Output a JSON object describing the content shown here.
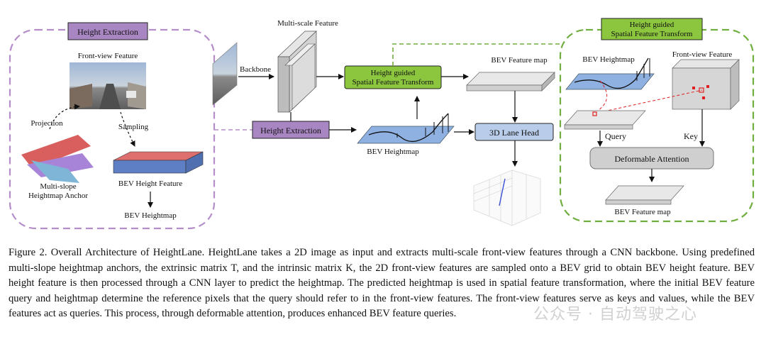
{
  "figure": {
    "left_panel_title": "Height Extraction",
    "right_panel_title_line1": "Height guided",
    "right_panel_title_line2": "Spatial Feature Transform",
    "front_view_feature": "Front-view Feature",
    "projection": "Projection",
    "sampling": "Sampling",
    "multi_slope_line1": "Multi-slope",
    "multi_slope_line2": "Heightmap Anchor",
    "bev_height_feature": "BEV Height Feature",
    "bev_heightmap_left": "BEV Heightmap",
    "multi_scale_feature": "Multi-scale Feature",
    "backbone": "Backbone",
    "height_extraction_box": "Height Extraction",
    "hgsft_line1": "Height guided",
    "hgsft_line2": "Spatial Feature Transform",
    "bev_feature_map_top": "BEV Feature map",
    "bev_heightmap_mid": "BEV Heightmap",
    "lane_head": "3D Lane Head",
    "right_bev_heightmap": "BEV Heightmap",
    "right_front_view_feature": "Front-view Feature",
    "query": "Query",
    "key": "Key",
    "deformable_attention": "Deformable Attention",
    "right_bev_feature_map": "BEV Feature map"
  },
  "caption": "Figure 2. Overall Architecture of HeightLane. HeightLane takes a 2D image as input and extracts multi-scale front-view features through a CNN backbone. Using predefined multi-slope heightmap anchors, the extrinsic matrix T, and the intrinsic matrix K, the 2D front-view features are sampled onto a BEV grid to obtain BEV height feature. BEV height feature is then processed through a CNN layer to predict the heightmap. The predicted heightmap is used in spatial feature transformation, where the initial BEV feature query and heightmap determine the reference pixels that the query should refer to in the front-view features. The front-view features serve as keys and values, while the BEV features act as queries. This process, through deformable attention, produces enhanced BEV feature queries.",
  "watermark": "公众号 · 自动驾驶之心",
  "colors": {
    "purple_border": "#b58ec9",
    "purple_box": "#a886c2",
    "green_border": "#6fae3f",
    "green_box": "#8cc63f",
    "blue_box": "#b9cdea",
    "grey_box": "#cfcfcf"
  }
}
